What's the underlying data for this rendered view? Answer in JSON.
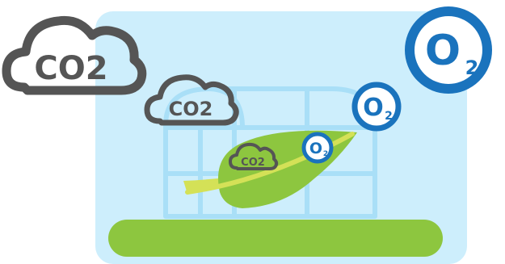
{
  "labels": {
    "co2": "CO2",
    "o2": "O",
    "o2_sub": "2"
  },
  "colors": {
    "background": "#ffffff",
    "panel": "#cdeefc",
    "greenhouse": "#a9dff7",
    "ground": "#8dc63f",
    "leaf": "#8dc63f",
    "leaf_stem": "#d4e157",
    "cloud": "#555555",
    "oxygen": "#1a73bd"
  },
  "icons": [
    "co2-cloud-icon",
    "o2-bubble-icon",
    "leaf-icon",
    "greenhouse-icon"
  ]
}
